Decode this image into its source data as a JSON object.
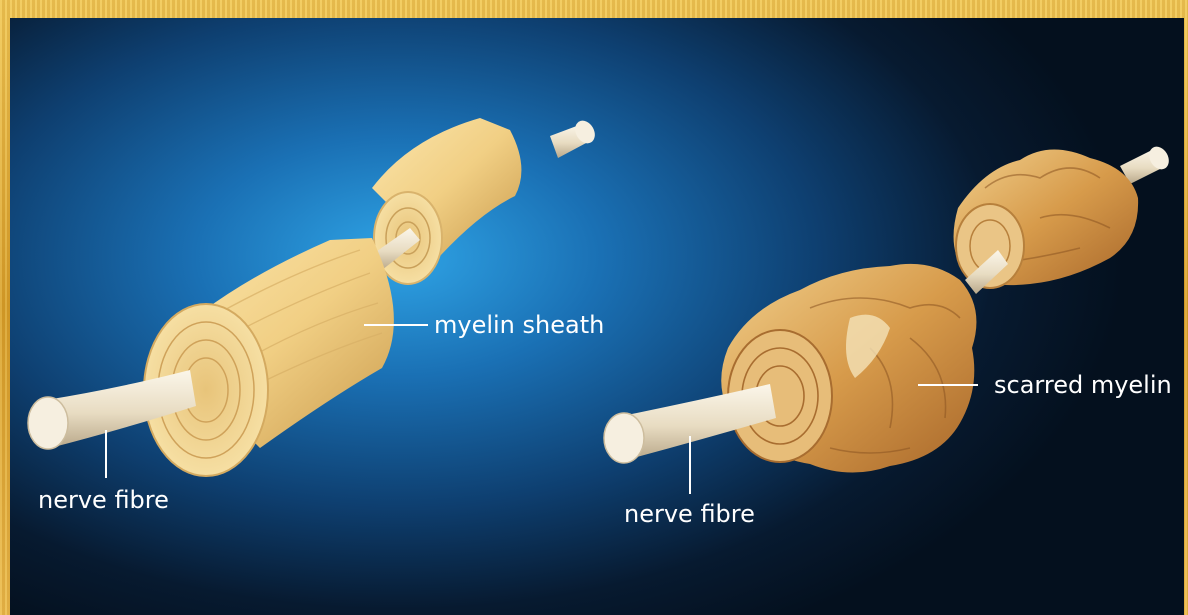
{
  "labels": {
    "left_sheath": "myelin sheath",
    "left_fibre": "nerve fibre",
    "right_scarred": "scarred myelin",
    "right_fibre": "nerve fibre"
  },
  "colors": {
    "border_gold": "#d9a52e",
    "background_blue": "#1a70b4",
    "myelin_healthy": "#f3d58f",
    "myelin_scarred": "#c98a3a",
    "nerve_fibre": "#efe6d2",
    "label_text": "#ffffff"
  }
}
